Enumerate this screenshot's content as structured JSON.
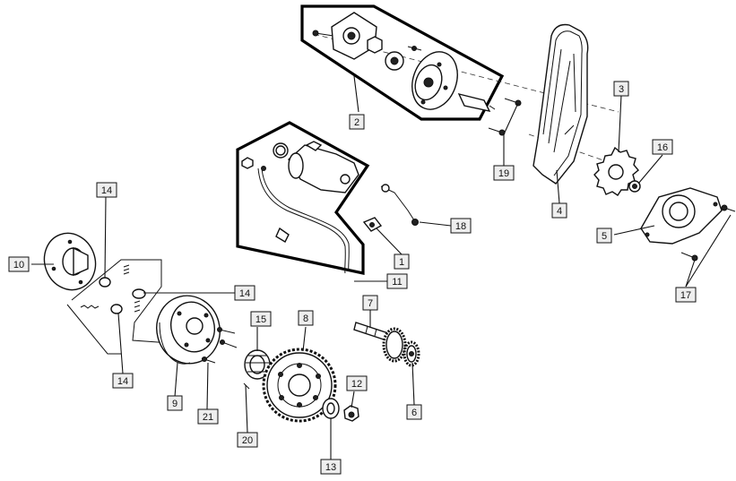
{
  "callouts": {
    "c1": "1",
    "c2": "2",
    "c3": "3",
    "c4": "4",
    "c5": "5",
    "c6": "6",
    "c7": "7",
    "c8": "8",
    "c9": "9",
    "c10": "10",
    "c11": "11",
    "c12": "12",
    "c13": "13",
    "c14a": "14",
    "c14b": "14",
    "c14c": "14",
    "c15": "15",
    "c16": "16",
    "c17": "17",
    "c18": "18",
    "c19": "19",
    "c20": "20",
    "c21": "21"
  }
}
